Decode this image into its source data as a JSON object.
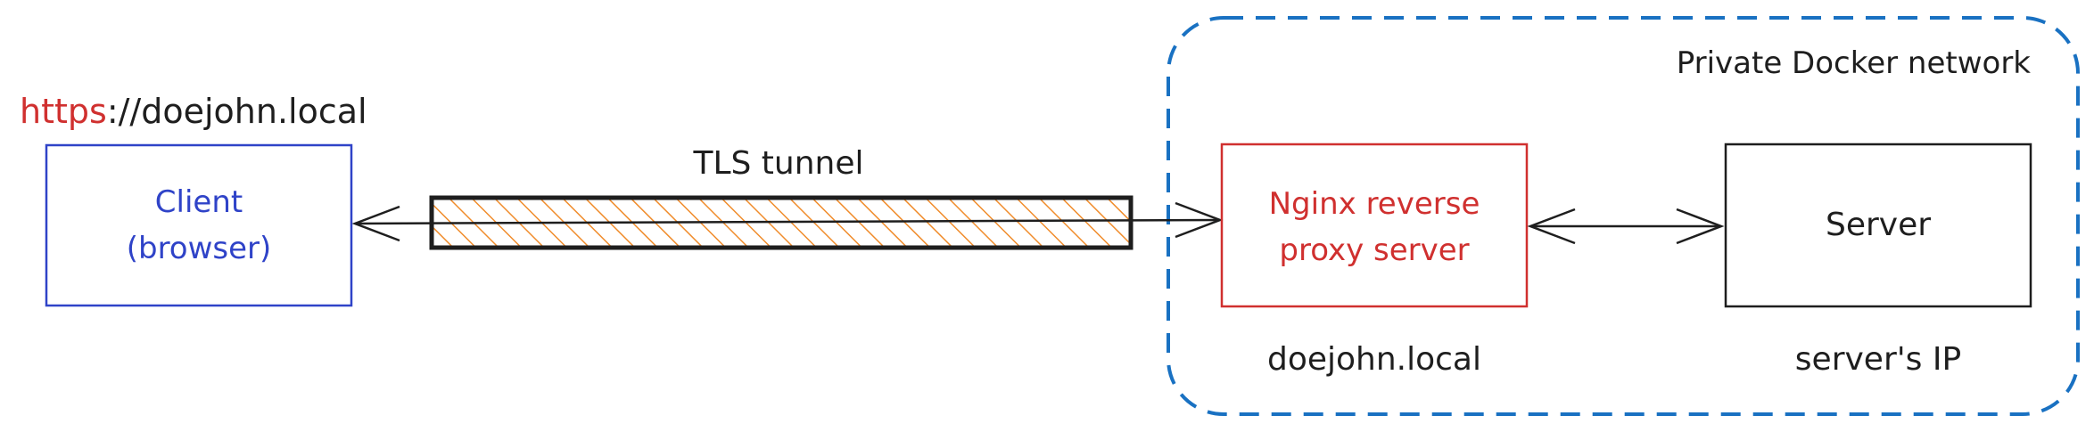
{
  "network": {
    "label": "Private Docker network"
  },
  "url": {
    "scheme": "https",
    "rest": "://doejohn.local"
  },
  "client": {
    "line1": "Client",
    "line2": "(browser)"
  },
  "tunnel": {
    "label": "TLS tunnel"
  },
  "proxy": {
    "line1": "Nginx reverse",
    "line2": "proxy server",
    "caption": "doejohn.local"
  },
  "server": {
    "label": "Server",
    "caption": "server's IP"
  },
  "colors": {
    "network_border": "#1971c2",
    "client": "#2f43c8",
    "proxy": "#d0302f",
    "https": "#d0302f",
    "tunnel_fill": "#f08c2b",
    "text": "#1e1e1e"
  }
}
